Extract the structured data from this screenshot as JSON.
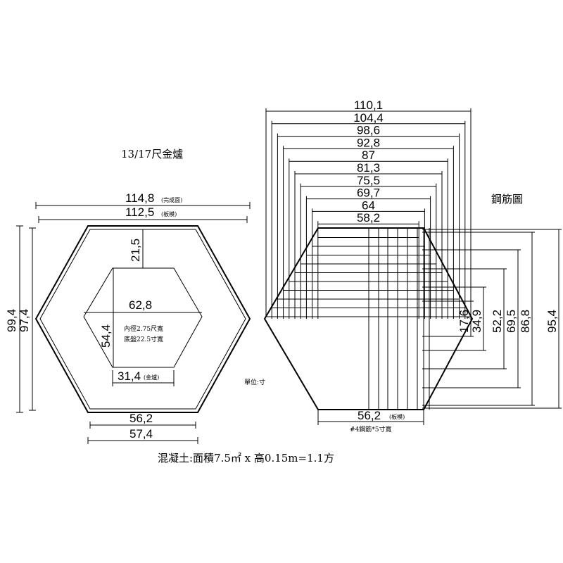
{
  "left": {
    "title": "13/17尺金爐",
    "width_outer": "114,8",
    "width_outer_note": "(完成面)",
    "width_inner": "112,5",
    "width_inner_note": "(板模)",
    "height_outer": "99,4",
    "height_inner": "97,4",
    "offset_top": "21,5",
    "inner_width": "62,8",
    "inner_height": "54,4",
    "inner_bottom": "31,4",
    "inner_bottom_note": "(金爐)",
    "inner_note_line1": "內徑2.75尺寬",
    "inner_note_line2": "底盤22.5寸寬",
    "bottom_edge_1": "56,2",
    "bottom_edge_2": "57,4",
    "unit_note": "單位:寸"
  },
  "right": {
    "title": "鋼筋圖",
    "top_dims": [
      "110,1",
      "104,4",
      "98,6",
      "92,8",
      "87",
      "81,3",
      "75,5",
      "69,7",
      "64",
      "58,2"
    ],
    "right_dims": [
      "17,6",
      "34,9",
      "52,2",
      "69,5",
      "86,8",
      "95,4"
    ],
    "bottom_edge": "56,2",
    "bottom_edge_note": "(板模)",
    "rebar_note": "#4鋼筋*5寸寬"
  },
  "formula": "混凝土:面積7.5㎡ x 高0.15m=1.1方"
}
